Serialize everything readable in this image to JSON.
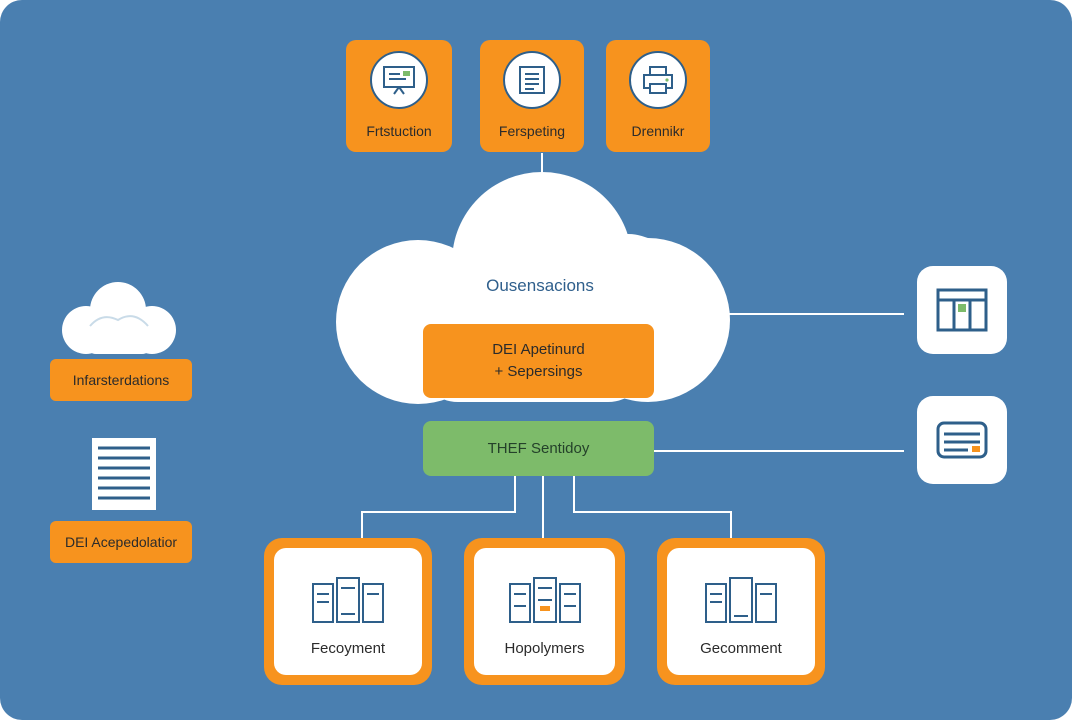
{
  "top_nodes": [
    {
      "label": "Frtstuction",
      "icon": "presentation-board-icon"
    },
    {
      "label": "Ferspeting",
      "icon": "document-icon"
    },
    {
      "label": "Drennikr",
      "icon": "printer-icon"
    }
  ],
  "cloud": {
    "title": "Ousensacions",
    "box_line1": "DEI Apetinurd",
    "box_line2": "+ Sepersings"
  },
  "hub": {
    "label": "THEF Sentidoy"
  },
  "left_panel": {
    "label1": "Infarsterdations",
    "label2": "DEI Acepedolatior"
  },
  "right_nodes": [
    {
      "icon": "window-frame-icon"
    },
    {
      "icon": "storage-drive-icon"
    }
  ],
  "bottom_nodes": [
    {
      "label": "Fecoyment",
      "icon": "server-rack-icon"
    },
    {
      "label": "Hopolymers",
      "icon": "server-rack-icon"
    },
    {
      "label": "Gecomment",
      "icon": "server-rack-icon"
    }
  ],
  "colors": {
    "background": "#4a7fb0",
    "orange": "#f7931e",
    "green": "#7dbb6a",
    "line": "#ffffff",
    "icon_stroke": "#2e5f8a"
  }
}
